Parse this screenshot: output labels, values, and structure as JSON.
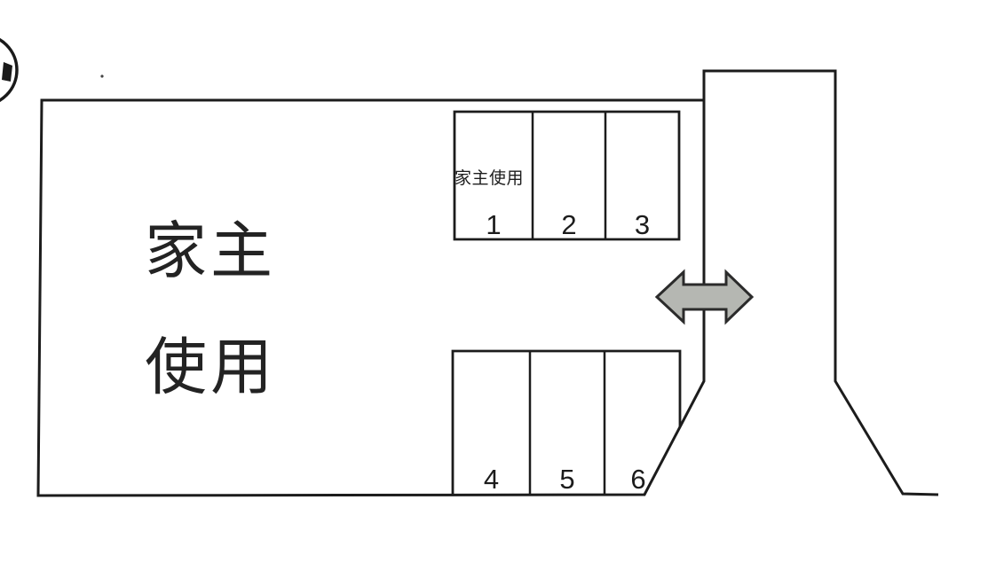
{
  "diagram": {
    "kind": "parking-layout-plan",
    "owner_area": {
      "line1": "家主",
      "line2": "使用"
    },
    "space1_note": "家主使用",
    "top_spaces": [
      "1",
      "2",
      "3"
    ],
    "bottom_spaces": [
      "4",
      "5",
      "6"
    ],
    "icons": {
      "double_arrow": "left-right-arrow",
      "stamp": "circular-stamp"
    },
    "colors": {
      "line": "#1c1c1c",
      "arrow_fill": "#b5b7b2",
      "arrow_stroke": "#2b2b2b",
      "background": "#ffffff"
    }
  }
}
